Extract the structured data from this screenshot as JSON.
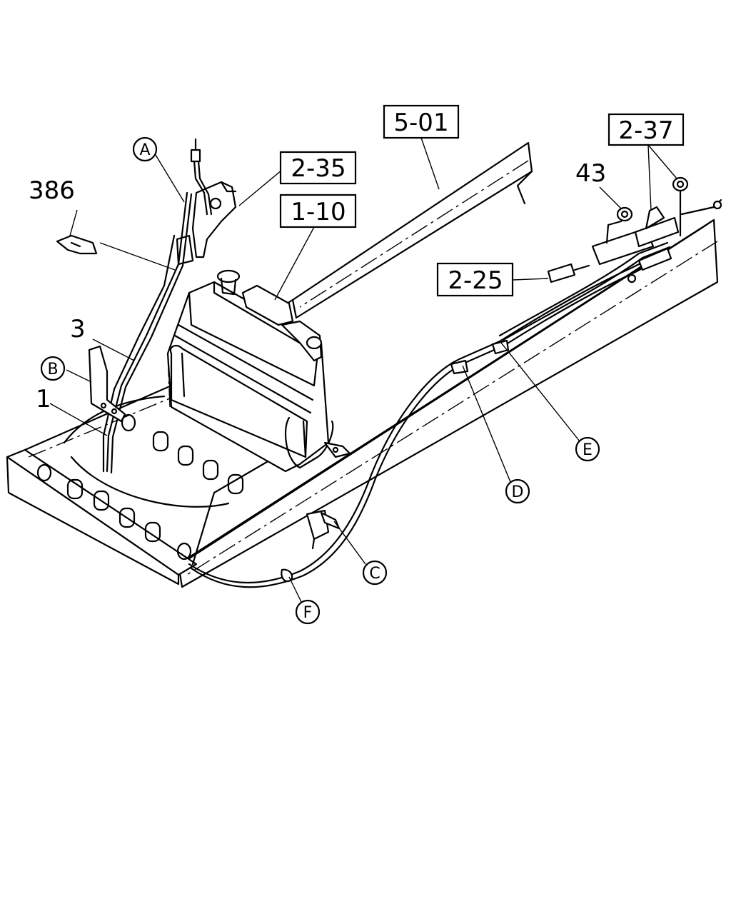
{
  "ref_boxes": [
    {
      "id": "5-01",
      "text": "5-01"
    },
    {
      "id": "2-35",
      "text": "2-35"
    },
    {
      "id": "1-10",
      "text": "1-10"
    },
    {
      "id": "2-37",
      "text": "2-37"
    },
    {
      "id": "2-25",
      "text": "2-25"
    }
  ],
  "part_numbers": [
    {
      "id": "386",
      "text": "386"
    },
    {
      "id": "43",
      "text": "43"
    },
    {
      "id": "3",
      "text": "3"
    },
    {
      "id": "1",
      "text": "1"
    }
  ],
  "circle_callouts": [
    {
      "id": "A",
      "text": "A"
    },
    {
      "id": "B",
      "text": "B"
    },
    {
      "id": "C",
      "text": "C"
    },
    {
      "id": "D",
      "text": "D"
    },
    {
      "id": "E",
      "text": "E"
    },
    {
      "id": "F",
      "text": "F"
    }
  ]
}
